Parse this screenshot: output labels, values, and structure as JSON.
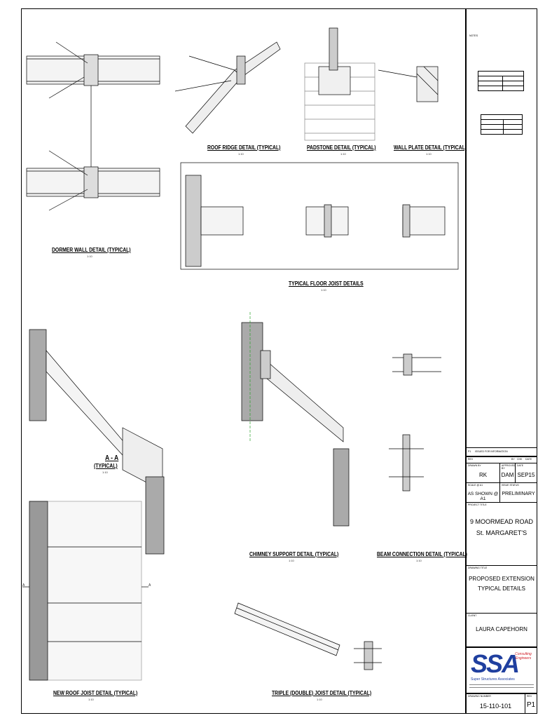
{
  "details": {
    "dormer_wall": {
      "title": "DORMER WALL DETAIL (TYPICAL)",
      "scale": "1:10"
    },
    "roof_ridge": {
      "title": "ROOF RIDGE DETAIL (TYPICAL)",
      "scale": "1:10"
    },
    "padstone": {
      "title": "PADSTONE DETAIL (TYPICAL)",
      "scale": "1:10"
    },
    "wall_plate": {
      "title": "WALL PLATE DETAIL (TYPICAL)",
      "scale": "1:10"
    },
    "floor_joist": {
      "title": "TYPICAL FLOOR JOIST DETAILS",
      "scale": "1:10"
    },
    "section_aa": {
      "title": "A - A",
      "subtitle": "(TYPICAL)",
      "scale": "1:10"
    },
    "chimney_support": {
      "title": "CHIMNEY SUPPORT DETAIL (TYPICAL)",
      "scale": "1:10"
    },
    "beam_connection": {
      "title": "BEAM CONNECTION DETAIL (TYPICAL)",
      "scale": "1:10"
    },
    "new_roof_joist": {
      "title": "NEW ROOF JOIST DETAIL (TYPICAL)",
      "scale": "1:10"
    },
    "triple_joist": {
      "title": "TRIPLE (DOUBLE) JOIST DETAIL (TYPICAL)",
      "scale": "1:10"
    }
  },
  "section_marker": "A",
  "title_block": {
    "notes_heading": "NOTES",
    "revision_row": {
      "rev": "P1",
      "description": "ISSUED FOR INFORMATION"
    },
    "revision_headers": {
      "rev": "REV",
      "by": "BY",
      "chk": "CHK",
      "date": "DATE"
    },
    "drawn_by": {
      "label": "DRAWN BY",
      "value": "RK"
    },
    "approved_by": {
      "label": "APPROVED BY",
      "value": "DAM"
    },
    "date": {
      "label": "DATE",
      "value": "SEP15"
    },
    "scale": {
      "label": "SCALE @ A1",
      "value": "AS SHOWN @ A1"
    },
    "status": {
      "label": "ISSUE STATUS",
      "value": "PRELIMINARY"
    },
    "project": {
      "label": "PROJECT TITLE",
      "line1": "9 MOORMEAD ROAD",
      "line2": "St. MARGARET'S"
    },
    "drawing_title": {
      "label": "DRAWING TITLE",
      "line1": "PROPOSED EXTENSION",
      "line2": "TYPICAL DETAILS"
    },
    "client": {
      "label": "CLIENT",
      "value": "LAURA CAPEHORN"
    },
    "company": {
      "logo": "SSA",
      "tagline": "Consulting Engineers",
      "name": "Super Structures Associates",
      "colors": {
        "blue": "#1f3f9f",
        "red": "#d0202a"
      }
    },
    "drawing_number": {
      "label": "DRAWING NUMBER",
      "value": "15-110-101"
    },
    "rev": {
      "label": "REV",
      "value": "P1"
    }
  }
}
